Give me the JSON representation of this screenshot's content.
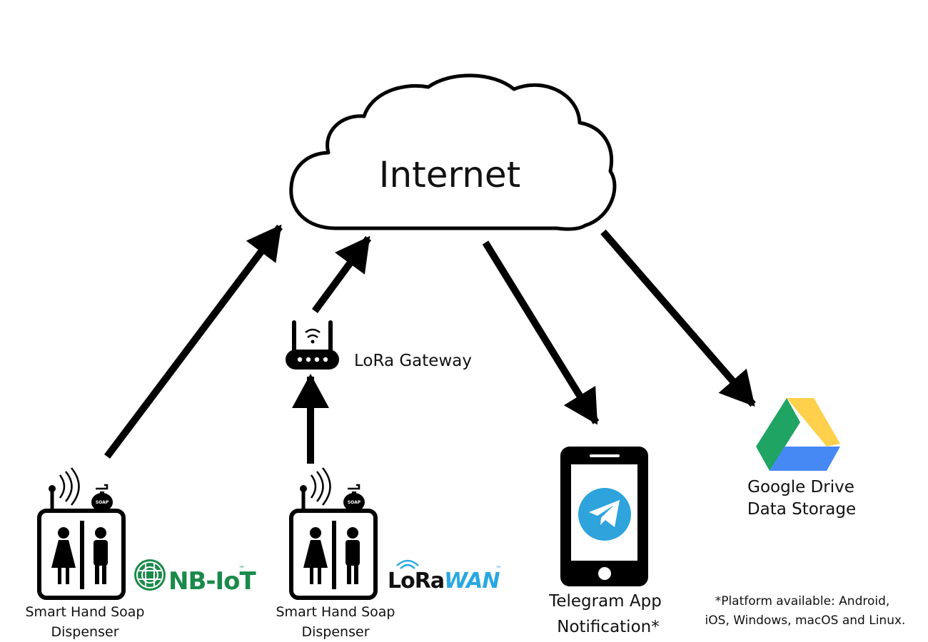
{
  "cloud": {
    "label": "Internet"
  },
  "gateway": {
    "label": "LoRa Gateway"
  },
  "dispensers": [
    {
      "label_line1": "Smart Hand Soap",
      "label_line2": "Dispenser",
      "badge": "SOAP",
      "network": "NB-IoT"
    },
    {
      "label_line1": "Smart Hand Soap",
      "label_line2": "Dispenser",
      "badge": "SOAP",
      "network_part1": "LoRa",
      "network_part2": "WAN",
      "network_mark": "™"
    }
  ],
  "nbiot_mark": "™",
  "telegram": {
    "label_line1": "Telegram App",
    "label_line2": "Notification*"
  },
  "drive": {
    "label_line1": "Google Drive",
    "label_line2": "Data Storage"
  },
  "footnote": {
    "line1": "*Platform available: Android,",
    "line2": "iOS, Windows, macOS and Linux."
  },
  "colors": {
    "nbiot_green": "#1a8a4a",
    "lorawan_blue": "#29a8e0",
    "telegram_blue": "#2ea3dc",
    "drive_green": "#1fa463",
    "drive_yellow": "#ffd04b",
    "drive_blue": "#4688f4"
  }
}
